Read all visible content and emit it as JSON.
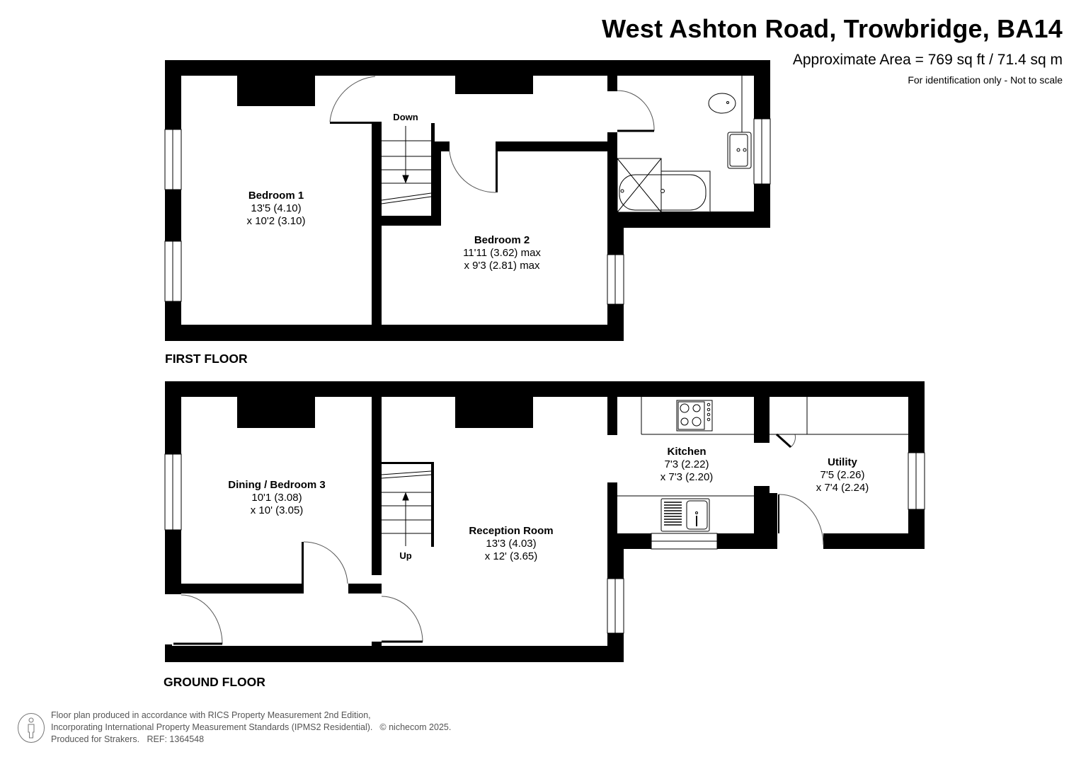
{
  "header": {
    "title": "West Ashton Road, Trowbridge, BA14",
    "area": "Approximate Area = 769 sq ft / 71.4 sq m",
    "note": "For identification only - Not to scale"
  },
  "first_floor": {
    "label": "FIRST FLOOR",
    "stairs_label": "Down",
    "rooms": [
      {
        "name": "Bedroom 1",
        "dim1": "13'5 (4.10)",
        "dim2": "x 10'2 (3.10)"
      },
      {
        "name": "Bedroom 2",
        "dim1": "11'11 (3.62) max",
        "dim2": "x 9'3 (2.81) max"
      }
    ],
    "fixtures": [
      "bath",
      "shower",
      "wc",
      "basin"
    ]
  },
  "ground_floor": {
    "label": "GROUND FLOOR",
    "stairs_label": "Up",
    "rooms": [
      {
        "name": "Dining / Bedroom 3",
        "dim1": "10'1 (3.08)",
        "dim2": "x 10' (3.05)"
      },
      {
        "name": "Reception Room",
        "dim1": "13'3 (4.03)",
        "dim2": "x 12' (3.65)"
      },
      {
        "name": "Kitchen",
        "dim1": "7'3 (2.22)",
        "dim2": "x 7'3 (2.20)"
      },
      {
        "name": "Utility",
        "dim1": "7'5 (2.26)",
        "dim2": "x 7'4 (2.24)"
      }
    ],
    "fixtures": [
      "hob",
      "sink"
    ]
  },
  "footer": {
    "line1": "Floor plan produced in accordance with RICS Property Measurement 2nd Edition,",
    "line2": "Incorporating International Property Measurement Standards (IPMS2 Residential).",
    "copyright": "© nichecom 2025.",
    "line3": "Produced for Strakers.   REF: 1364548",
    "icon": "person-icon"
  },
  "colors": {
    "wall": "#000000",
    "background": "#ffffff",
    "footer_text": "#555555"
  }
}
